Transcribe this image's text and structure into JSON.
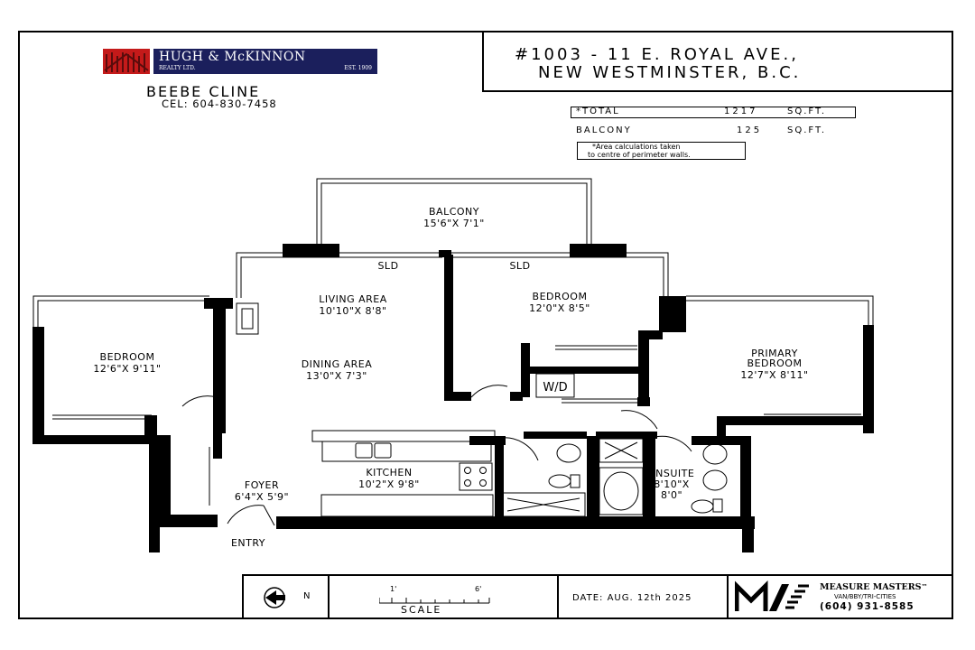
{
  "agent": {
    "brand_line1": "HUGH & McKINNON",
    "brand_line2": "REALTY LTD.",
    "brand_est": "EST. 1909",
    "name": "BEEBE CLINE",
    "phone": "CEL: 604-830-7458"
  },
  "address": {
    "line1": "#1003 - 11 E. ROYAL AVE.,",
    "line2": "NEW WESTMINSTER, B.C."
  },
  "areas": {
    "total_label": "*TOTAL",
    "total_value": "1217",
    "total_unit": "SQ.FT.",
    "balcony_label": "BALCONY",
    "balcony_value": "125",
    "balcony_unit": "SQ.FT.",
    "note_line1": "*Area calculations taken",
    "note_line2": "to centre of perimeter walls."
  },
  "rooms": {
    "balcony": {
      "name": "BALCONY",
      "dims": "15'6\"X 7'1\""
    },
    "living": {
      "name": "LIVING AREA",
      "dims": "10'10\"X 8'8\""
    },
    "dining": {
      "name": "DINING AREA",
      "dims": "13'0\"X 7'3\""
    },
    "bedroom1": {
      "name": "BEDROOM",
      "dims": "12'6\"X 9'11\""
    },
    "bedroom2": {
      "name": "BEDROOM",
      "dims": "12'0\"X 8'5\""
    },
    "primary": {
      "name1": "PRIMARY",
      "name2": "BEDROOM",
      "dims": "12'7\"X 8'11\""
    },
    "kitchen": {
      "name": "KITCHEN",
      "dims": "10'2\"X 9'8\""
    },
    "foyer": {
      "name": "FOYER",
      "dims": "6'4\"X 5'9\""
    },
    "ensuite": {
      "name": "ENSUITE",
      "dims1": "8'10\"X",
      "dims2": "8'0\""
    }
  },
  "labels": {
    "sld_left": "SLD",
    "sld_right": "SLD",
    "wd": "W/D",
    "entry": "ENTRY"
  },
  "footer": {
    "north": "N",
    "scale_1": "1'",
    "scale_6": "6'",
    "scale_label": "SCALE",
    "date": "DATE: AUG. 12th 2025",
    "company": "MEASURE MASTERS",
    "company_tm": "™",
    "regions": "VAN/BBY/TRI-CITIES",
    "company_phone": "(604) 931-8585"
  }
}
